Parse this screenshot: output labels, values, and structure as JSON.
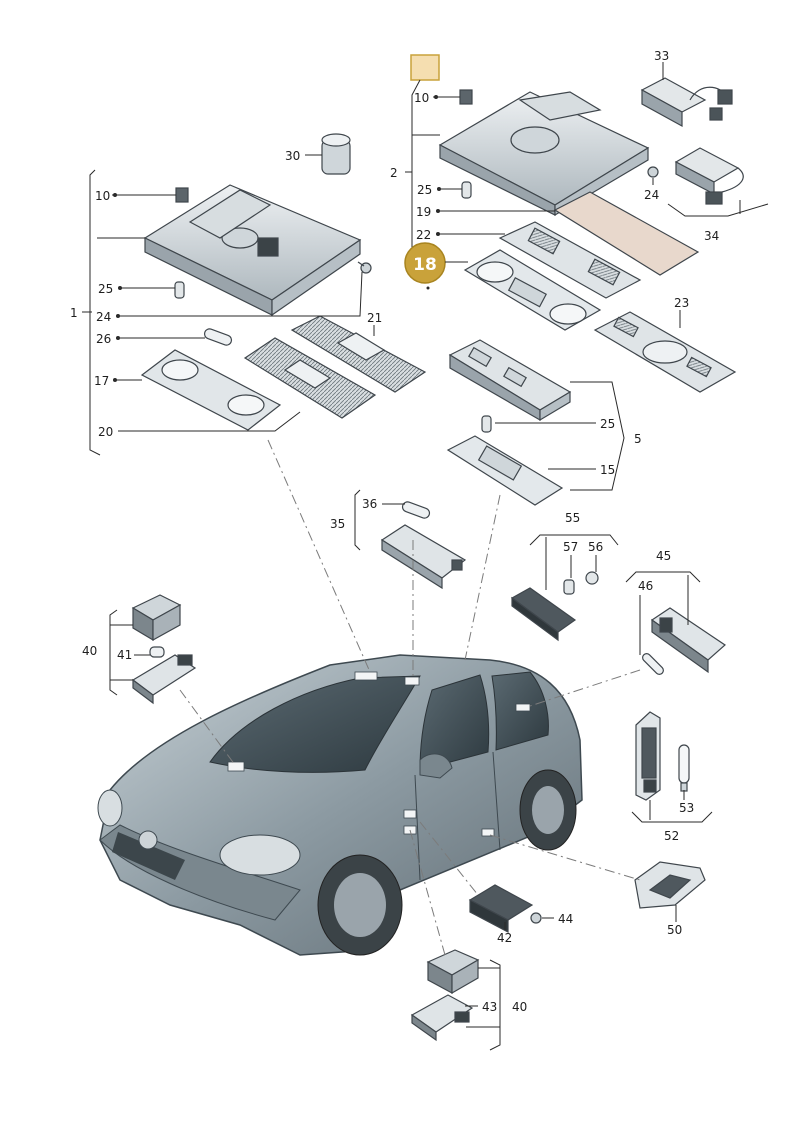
{
  "labels": {
    "c10a": "10",
    "c30": "30",
    "c1": "1",
    "c25a": "25",
    "c24a": "24",
    "c26": "26",
    "c21": "21",
    "c17": "17",
    "c20": "20",
    "c33": "33",
    "c10b": "10",
    "c2": "2",
    "c25b": "25",
    "c24b": "24",
    "c19": "19",
    "c22": "22",
    "c34": "34",
    "c23": "23",
    "c25c": "25",
    "c5": "5",
    "c15": "15",
    "c36": "36",
    "c35": "35",
    "c55": "55",
    "c57": "57",
    "c56": "56",
    "c45": "45",
    "c46": "46",
    "c40a": "40",
    "c41": "41",
    "c53": "53",
    "c52": "52",
    "c44": "44",
    "c42": "42",
    "c50": "50",
    "c43": "43",
    "c40b": "40"
  },
  "highlight": {
    "number": "18",
    "color": "#c9a23a"
  },
  "colors": {
    "part_light": "#e4e9ec",
    "part_mid": "#c4ccd2",
    "part_dark": "#8f989f",
    "car_body": "#8c9aa2",
    "car_dark": "#5f6b72",
    "swatch": "#f5deb0"
  },
  "icons": [
    "overhead-console-icon",
    "light-bulb-icon",
    "screw-icon",
    "lamp-housing-icon",
    "connector-icon",
    "car-icon"
  ]
}
